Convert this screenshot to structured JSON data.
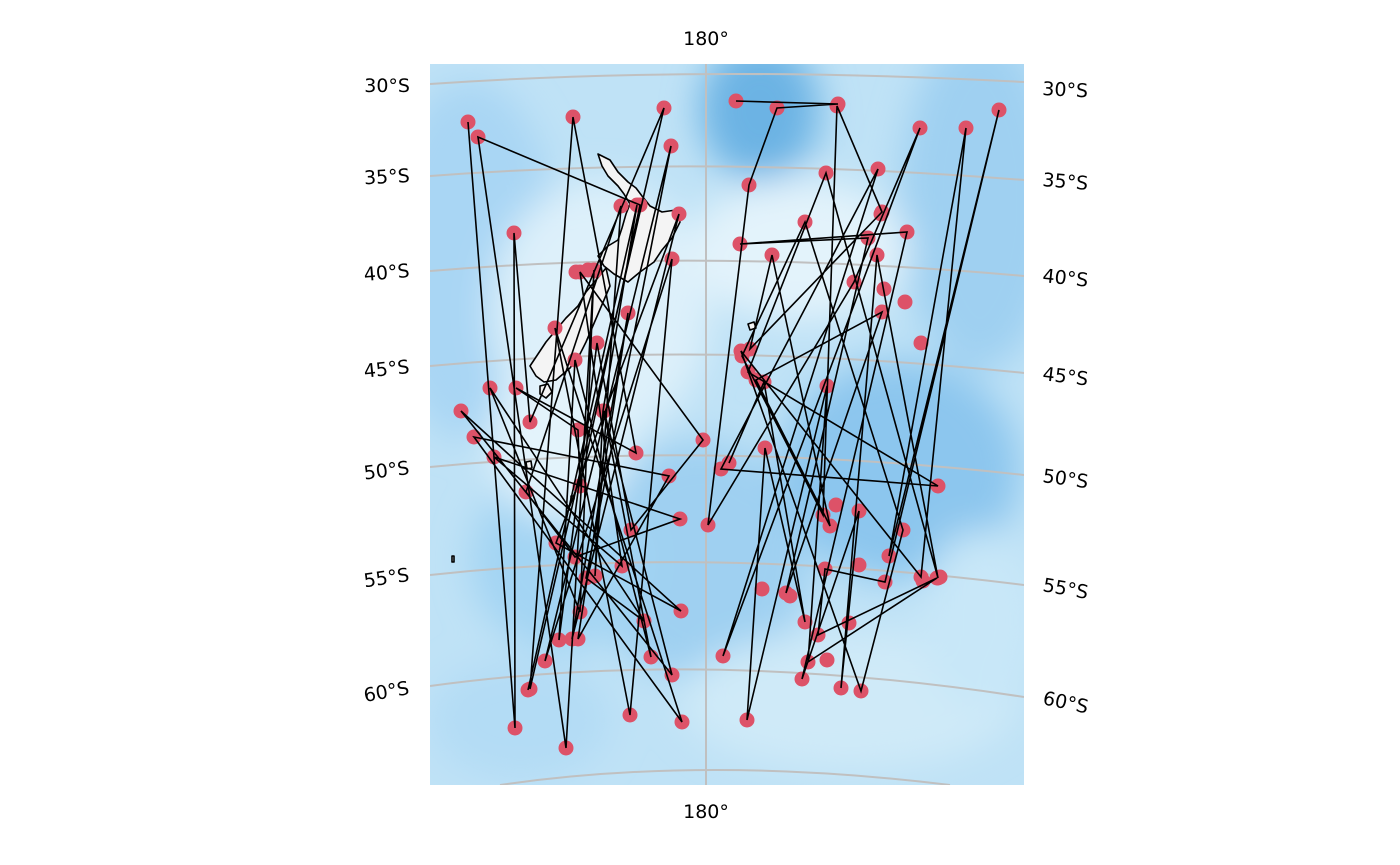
{
  "map": {
    "top_lon_label": "180°",
    "bottom_lon_label": "180°",
    "lat_labels": [
      "30°S",
      "35°S",
      "40°S",
      "45°S",
      "50°S",
      "55°S",
      "60°S"
    ],
    "colors": {
      "ocean": "#bfe2f6",
      "ocean_deep": "#8cc6ee",
      "land": "#f4f4f4",
      "graticule": "#c0c0c0",
      "points": "#dd5268",
      "track": "#000000"
    }
  }
}
